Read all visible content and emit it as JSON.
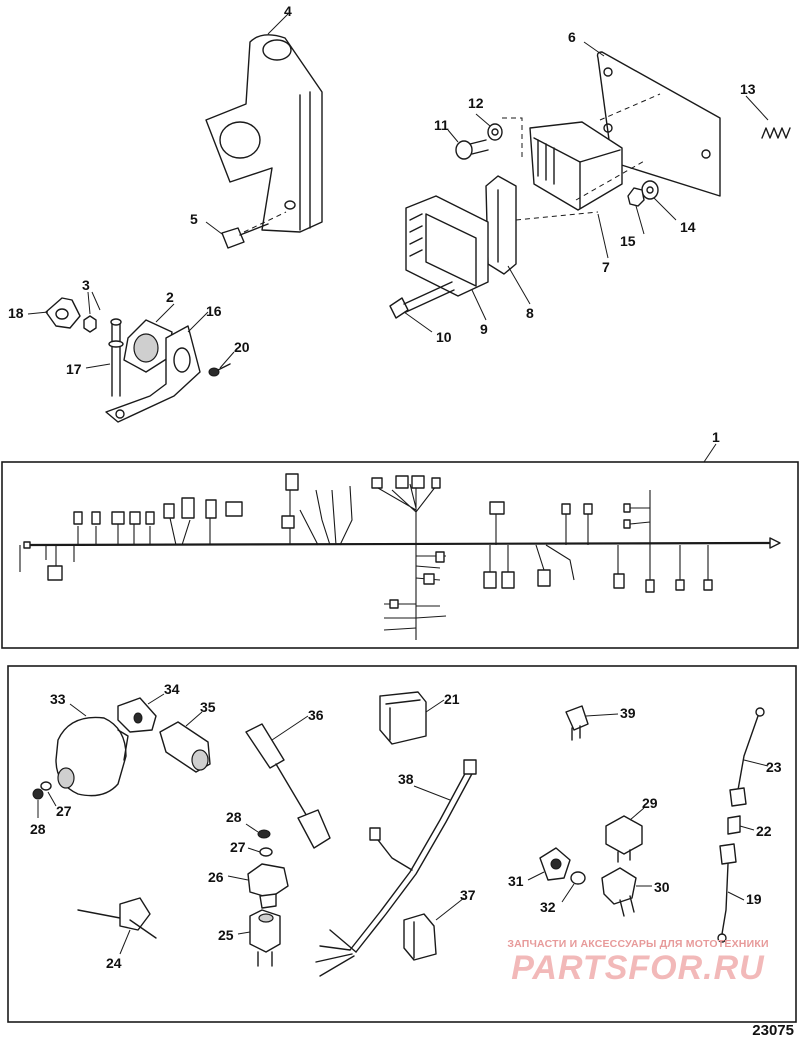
{
  "diagram": {
    "reference_number": "23075",
    "watermark": {
      "line1": "ЗАПЧАСТИ И АКСЕССУАРЫ ДЛЯ МОТОТЕХНИКИ",
      "line2": "PARTSFOR.RU"
    },
    "callouts": [
      "1",
      "2",
      "3",
      "4",
      "5",
      "6",
      "7",
      "8",
      "9",
      "10",
      "11",
      "12",
      "13",
      "14",
      "15",
      "16",
      "17",
      "18",
      "19",
      "20",
      "21",
      "22",
      "23",
      "24",
      "25",
      "26",
      "27",
      "28",
      "29",
      "30",
      "31",
      "32",
      "33",
      "34",
      "35",
      "36",
      "37",
      "38",
      "39"
    ],
    "callouts_repeat": [
      "27",
      "28"
    ]
  }
}
